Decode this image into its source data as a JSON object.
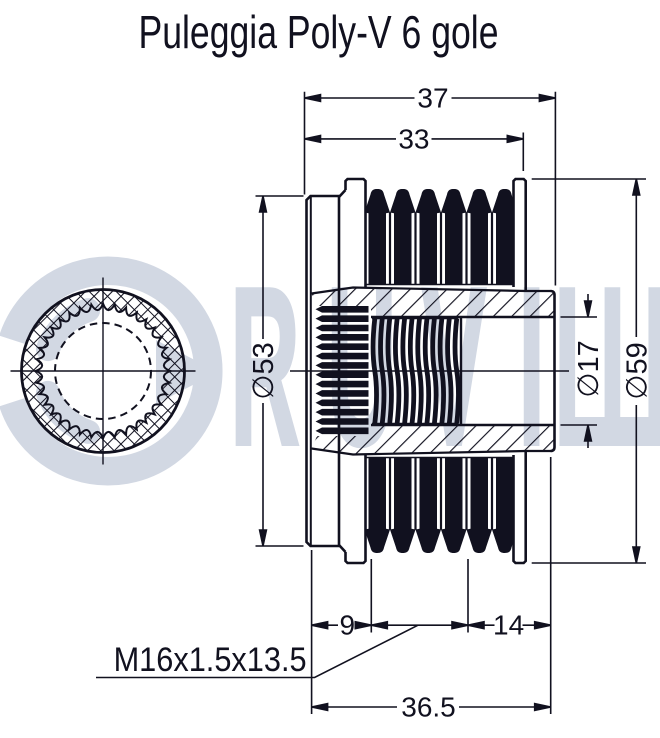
{
  "title": "Puleggia Poly-V 6 gole",
  "watermark": {
    "brand": "RUVILLE",
    "color": "#d2d8e3"
  },
  "drawing": {
    "line_color": "#11111f",
    "background": "#ffffff",
    "groove_count": 6,
    "views": [
      "front-view-splined-bore",
      "cross-section"
    ]
  },
  "dimensions": {
    "overall_width": "37",
    "belt_section_width": "33",
    "hub_diameter": "∅53",
    "bore_diameter": "∅17",
    "outer_diameter": "∅59",
    "spline_length": "9",
    "bore_depth": "14",
    "total_length": "36.5",
    "thread_spec": "M16x1.5x13.5"
  }
}
